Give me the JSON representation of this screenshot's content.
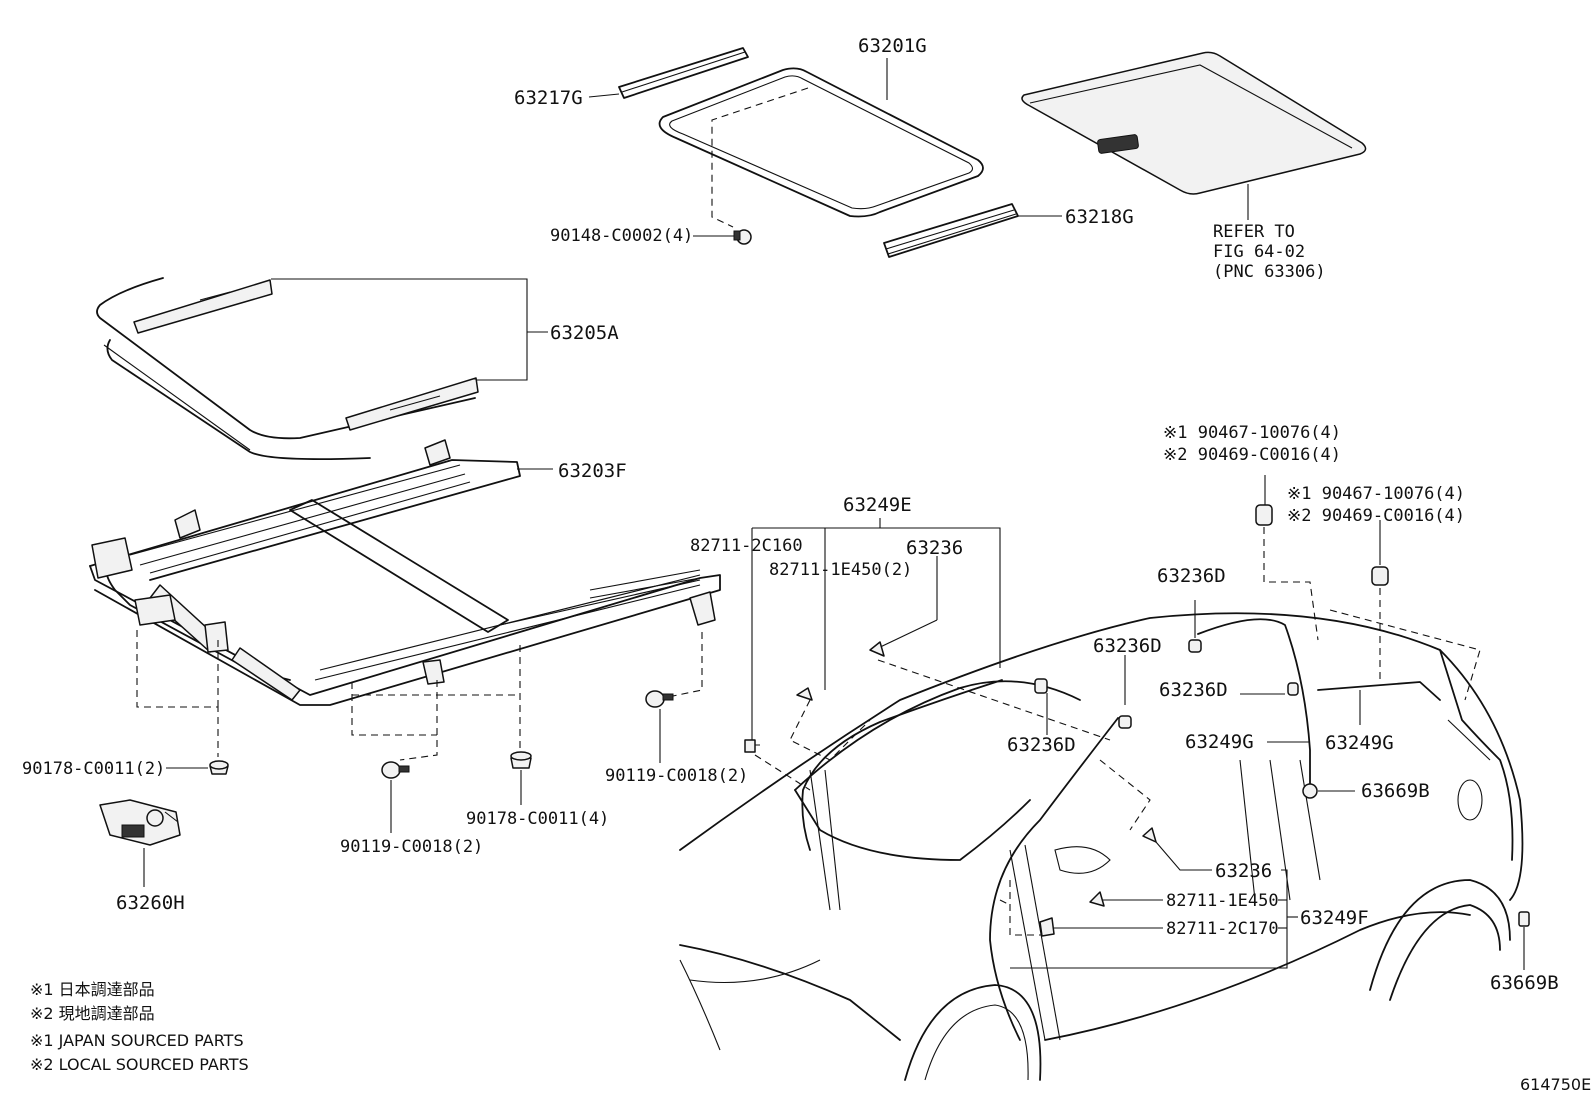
{
  "labels": {
    "p63201G": "63201G",
    "p63217G": "63217G",
    "p63218G": "63218G",
    "p90148": "90148-C0002(4)",
    "refer1": "REFER TO",
    "refer2": "FIG 64-02",
    "refer3": "(PNC 63306)",
    "p63205A": "63205A",
    "p63203F": "63203F",
    "p90178a": "90178-C0011(2)",
    "p63260H": "63260H",
    "p90119a": "90119-C0018(2)",
    "p90178b": "90178-C0011(4)",
    "p90119b": "90119-C0018(2)",
    "p63249E": "63249E",
    "p82711_2C160": "82711-2C160",
    "p82711_1E450a": "82711-1E450(2)",
    "p63236a": "63236",
    "p63236D_1": "63236D",
    "p63236D_2": "63236D",
    "p63236D_3": "63236D",
    "p63236D_4": "63236D",
    "p90467a": "※1 90467-10076(4)",
    "p90469a": "※2 90469-C0016(4)",
    "p90467b": "※1 90467-10076(4)",
    "p90469b": "※2 90469-C0016(4)",
    "p63249G_1": "63249G",
    "p63249G_2": "63249G",
    "p63669B_1": "63669B",
    "p63669B_2": "63669B",
    "p63236b": "63236",
    "p82711_1E450b": "82711-1E450",
    "p82711_2C170": "82711-2C170",
    "p63249F": "63249F",
    "fig_id": "614750E"
  },
  "notes": {
    "n1": "※1 日本調達部品",
    "n2": "※2 現地調達部品",
    "n3": "※1 JAPAN SOURCED PARTS",
    "n4": "※2 LOCAL SOURCED PARTS"
  }
}
